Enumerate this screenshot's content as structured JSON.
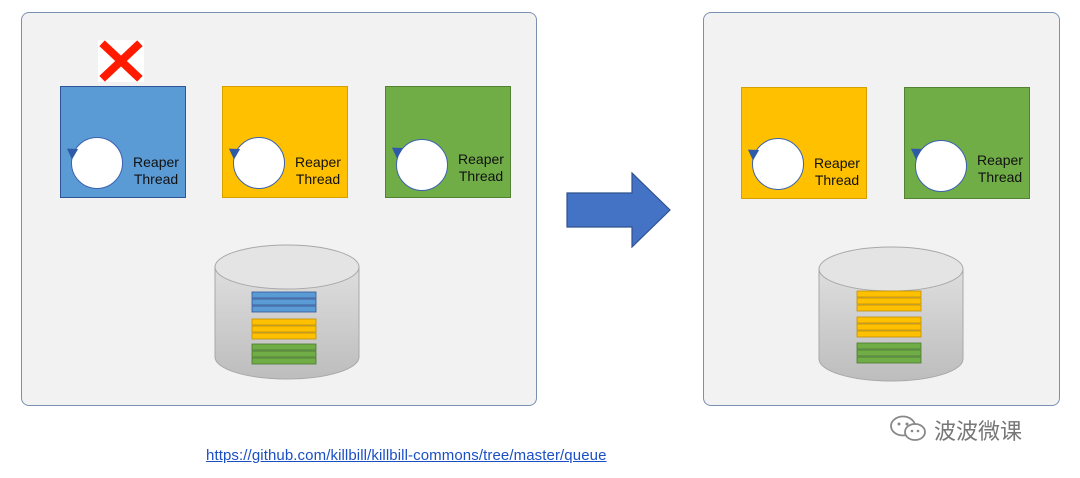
{
  "left_panel": {
    "threads": [
      {
        "label": "Reaper\nThread",
        "color": "#5b9bd5",
        "removed": true
      },
      {
        "label": "Reaper\nThread",
        "color": "#ffc000",
        "removed": false
      },
      {
        "label": "Reaper\nThread",
        "color": "#70ad47",
        "removed": false
      }
    ],
    "queue_rows": [
      "#5b9bd5",
      "#ffc000",
      "#70ad47"
    ]
  },
  "right_panel": {
    "threads": [
      {
        "label": "Reaper\nThread",
        "color": "#ffc000"
      },
      {
        "label": "Reaper\nThread",
        "color": "#70ad47"
      }
    ],
    "queue_rows": [
      "#ffc000",
      "#70ad47"
    ]
  },
  "icons": {
    "removed_marker": "red-x-icon",
    "transition": "right-arrow-icon",
    "watermark": "wechat-icon"
  },
  "link": {
    "text": "https://github.com/killbill/killbill-commons/tree/master/queue"
  },
  "watermark": {
    "text": "波波微课"
  }
}
